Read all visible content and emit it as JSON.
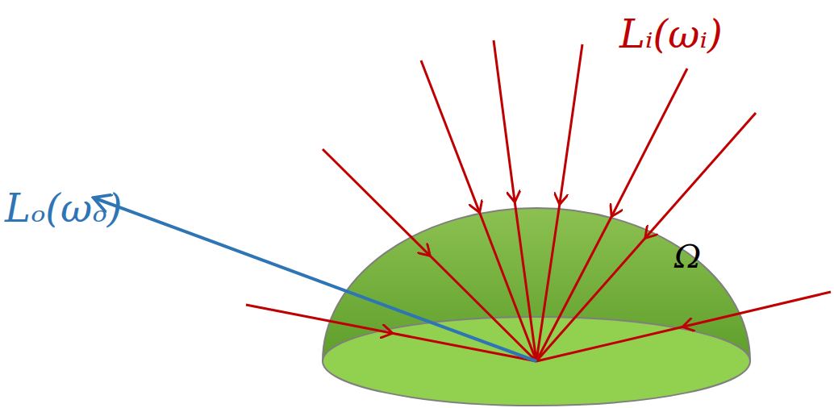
{
  "diagram": {
    "labels": [
      "Lᵢ(ωᵢ)",
      "Lₒ(ωₒ)",
      "Ω"
    ]
  }
}
